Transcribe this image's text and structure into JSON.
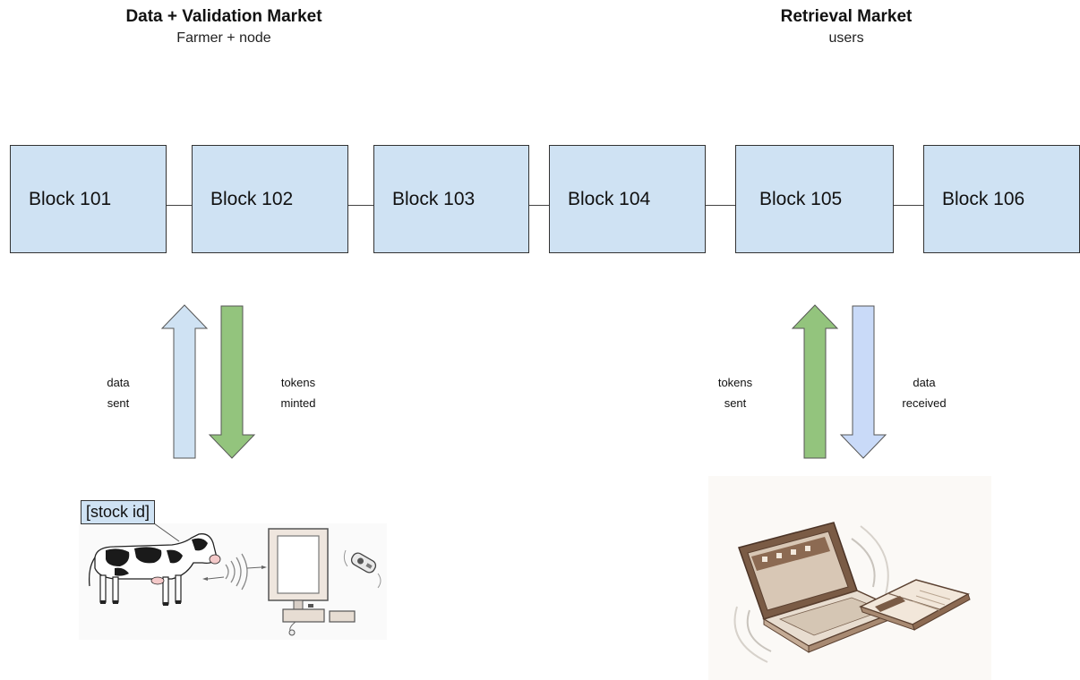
{
  "left_heading": {
    "title": "Data + Validation Market",
    "subtitle": "Farmer + node"
  },
  "right_heading": {
    "title": "Retrieval Market",
    "subtitle": "users"
  },
  "blocks": [
    "Block 101",
    "Block 102",
    "Block 103",
    "Block 104",
    "Block 105",
    "Block 106"
  ],
  "colors": {
    "block_fill": "#cfe2f3",
    "token_arrow": "#93c47d",
    "data_arrow": "#cfe2f3",
    "data_received_arrow": "#c9daf8"
  },
  "labels": {
    "data_sent": [
      "data",
      "sent"
    ],
    "tokens_minted": [
      "tokens",
      "minted"
    ],
    "tokens_sent": [
      "tokens",
      "sent"
    ],
    "data_received": [
      "data",
      "received"
    ]
  },
  "stock_tag": "[stock id]",
  "illustrations": [
    "cow-with-rfid-reader-illustration",
    "laptop-and-book-illustration"
  ]
}
